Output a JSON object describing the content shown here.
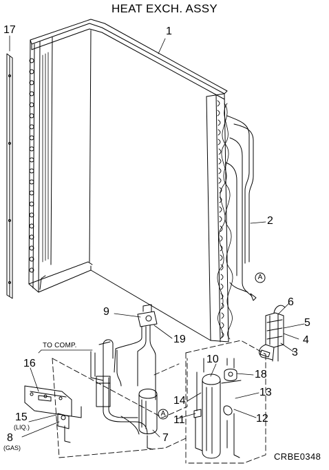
{
  "title": "HEAT EXCH. ASSY",
  "callouts": [
    "1",
    "2",
    "3",
    "4",
    "5",
    "6",
    "7",
    "8",
    "9",
    "10",
    "11",
    "12",
    "13",
    "14",
    "15",
    "16",
    "17",
    "18",
    "19"
  ],
  "labels": {
    "liq": "(LIQ.)",
    "gas": "(GAS)",
    "to_comp": "TO COMP.",
    "marker": "A"
  },
  "drawing_code": "CRBE0348"
}
